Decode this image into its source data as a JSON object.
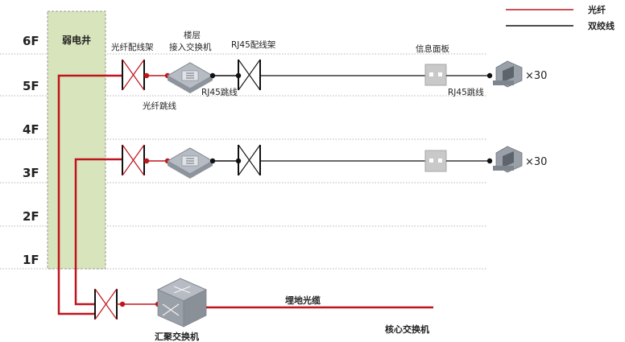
{
  "legend": {
    "fiber": "光纤",
    "twisted_pair": "双绞线"
  },
  "shaft_label": "弱电井",
  "floors": [
    "6F",
    "5F",
    "4F",
    "3F",
    "2F",
    "1F"
  ],
  "labels": {
    "fiber_patch_panel": "光纤配线架",
    "floor_switch_line1": "楼层",
    "floor_switch_line2": "接入交换机",
    "rj45_patch_panel": "RJ45配线架",
    "info_panel": "信息面板",
    "fiber_jumper": "光纤跳线",
    "rj45_jumper_a": "RJ45跳线",
    "rj45_jumper_b": "RJ45跳线",
    "count_5f": "×30",
    "count_3f": "×30",
    "buried_cable": "埋地光缆",
    "aggregation_switch": "汇聚交换机",
    "core_switch": "核心交换机"
  },
  "colors": {
    "fiber": "#c0141c",
    "twisted_pair": "#111111",
    "shaft": "#d8e4bc",
    "grid": "#9a9a9a"
  }
}
